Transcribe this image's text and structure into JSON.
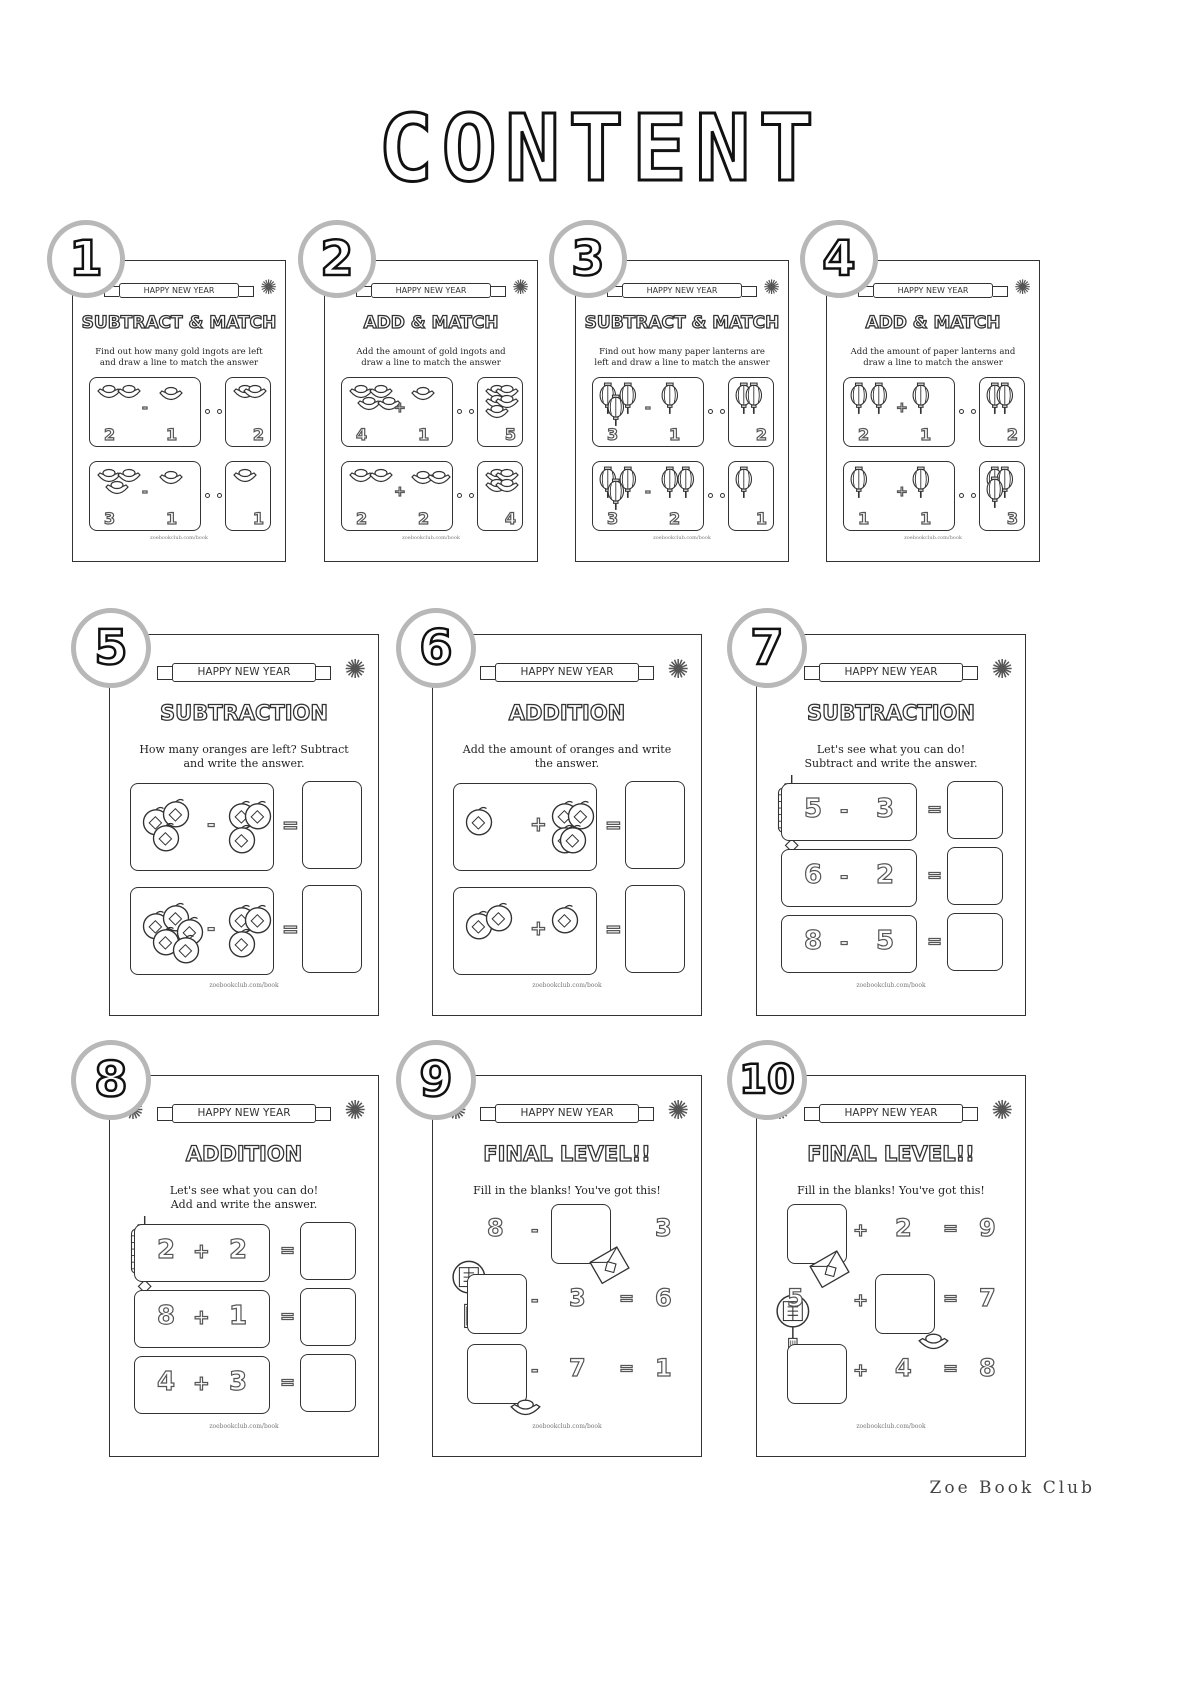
{
  "title": "CONTENT",
  "brand": "Zoe Book Club",
  "banner_text": "HAPPY NEW YEAR",
  "footer_text": "zoebookclub.com/book",
  "pages": [
    {
      "number": "1",
      "title": "SUBTRACT & MATCH",
      "desc": "Find out how many gold ingots are left\nand draw a line to match the answer",
      "item": "ingot",
      "rows": [
        {
          "left": "2",
          "op": "-",
          "right": "1",
          "ans": "2"
        },
        {
          "left": "3",
          "op": "-",
          "right": "1",
          "ans": "1"
        }
      ]
    },
    {
      "number": "2",
      "title": "ADD & MATCH",
      "desc": "Add the amount of gold ingots and\ndraw a line to match the answer",
      "item": "ingot",
      "rows": [
        {
          "left": "4",
          "op": "+",
          "right": "1",
          "ans": "5"
        },
        {
          "left": "2",
          "op": "+",
          "right": "2",
          "ans": "4"
        }
      ]
    },
    {
      "number": "3",
      "title": "SUBTRACT & MATCH",
      "desc": "Find out how many paper lanterns are\nleft and draw a line to match the answer",
      "item": "lantern",
      "rows": [
        {
          "left": "3",
          "op": "-",
          "right": "1",
          "ans": "2"
        },
        {
          "left": "3",
          "op": "-",
          "right": "2",
          "ans": "1"
        }
      ]
    },
    {
      "number": "4",
      "title": "ADD & MATCH",
      "desc": "Add the amount of paper lanterns and\ndraw a line to match the answer",
      "item": "lantern",
      "rows": [
        {
          "left": "2",
          "op": "+",
          "right": "1",
          "ans": "2"
        },
        {
          "left": "1",
          "op": "+",
          "right": "1",
          "ans": "3"
        }
      ]
    },
    {
      "number": "5",
      "title": "SUBTRACTION",
      "desc": "How many oranges are left? Subtract\nand write the answer.",
      "rows": [
        {
          "op": "-",
          "eq": "="
        },
        {
          "op": "-",
          "eq": "="
        }
      ]
    },
    {
      "number": "6",
      "title": "ADDITION",
      "desc": "Add the amount of oranges and write\nthe answer.",
      "rows": [
        {
          "op": "+",
          "eq": "="
        },
        {
          "op": "+",
          "eq": "="
        }
      ]
    },
    {
      "number": "7",
      "title": "SUBTRACTION",
      "desc": "Let's see what you can do!\nSubtract and write the answer.",
      "rows": [
        {
          "a": "5",
          "op": "-",
          "b": "3",
          "eq": "="
        },
        {
          "a": "6",
          "op": "-",
          "b": "2",
          "eq": "="
        },
        {
          "a": "8",
          "op": "-",
          "b": "5",
          "eq": "="
        }
      ]
    },
    {
      "number": "8",
      "title": "ADDITION",
      "desc": "Let's see what you can do!\nAdd and write the answer.",
      "rows": [
        {
          "a": "2",
          "op": "+",
          "b": "2",
          "eq": "="
        },
        {
          "a": "8",
          "op": "+",
          "b": "1",
          "eq": "="
        },
        {
          "a": "4",
          "op": "+",
          "b": "3",
          "eq": "="
        }
      ]
    },
    {
      "number": "9",
      "title": "FINAL LEVEL!!",
      "desc": "Fill in the blanks! You've got this!",
      "rows": [
        {
          "a": "8",
          "op": "-",
          "b": "",
          "eq": "",
          "c": "3"
        },
        {
          "a": "",
          "op": "-",
          "b": "3",
          "eq": "=",
          "c": "6"
        },
        {
          "a": "",
          "op": "-",
          "b": "7",
          "eq": "=",
          "c": "1"
        }
      ]
    },
    {
      "number": "10",
      "title": "FINAL LEVEL!!",
      "desc": "Fill in the blanks! You've got this!",
      "rows": [
        {
          "a": "",
          "op": "+",
          "b": "2",
          "eq": "=",
          "c": "9"
        },
        {
          "a": "5",
          "op": "+",
          "b": "",
          "eq": "=",
          "c": "7"
        },
        {
          "a": "",
          "op": "+",
          "b": "4",
          "eq": "=",
          "c": "8"
        }
      ]
    }
  ]
}
